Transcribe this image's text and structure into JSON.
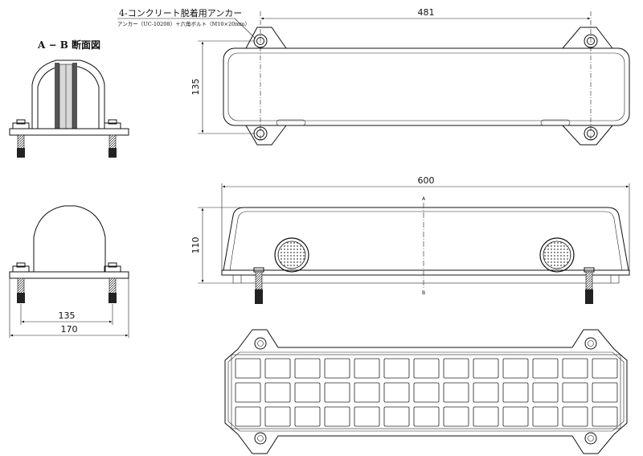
{
  "annotations": {
    "anchor_title": "4-コンクリート脱着用アンカー",
    "anchor_detail": "アンカー（UC-10208）＋六角ボルト（M10×20mm）",
    "section_title": "A − B 断面図"
  },
  "dimensions": {
    "top_width": "481",
    "top_height": "135",
    "side_width": "600",
    "side_height": "110",
    "section_inner": "135",
    "section_outer": "170"
  },
  "markers": {
    "section_a": "A",
    "section_b": "B"
  }
}
